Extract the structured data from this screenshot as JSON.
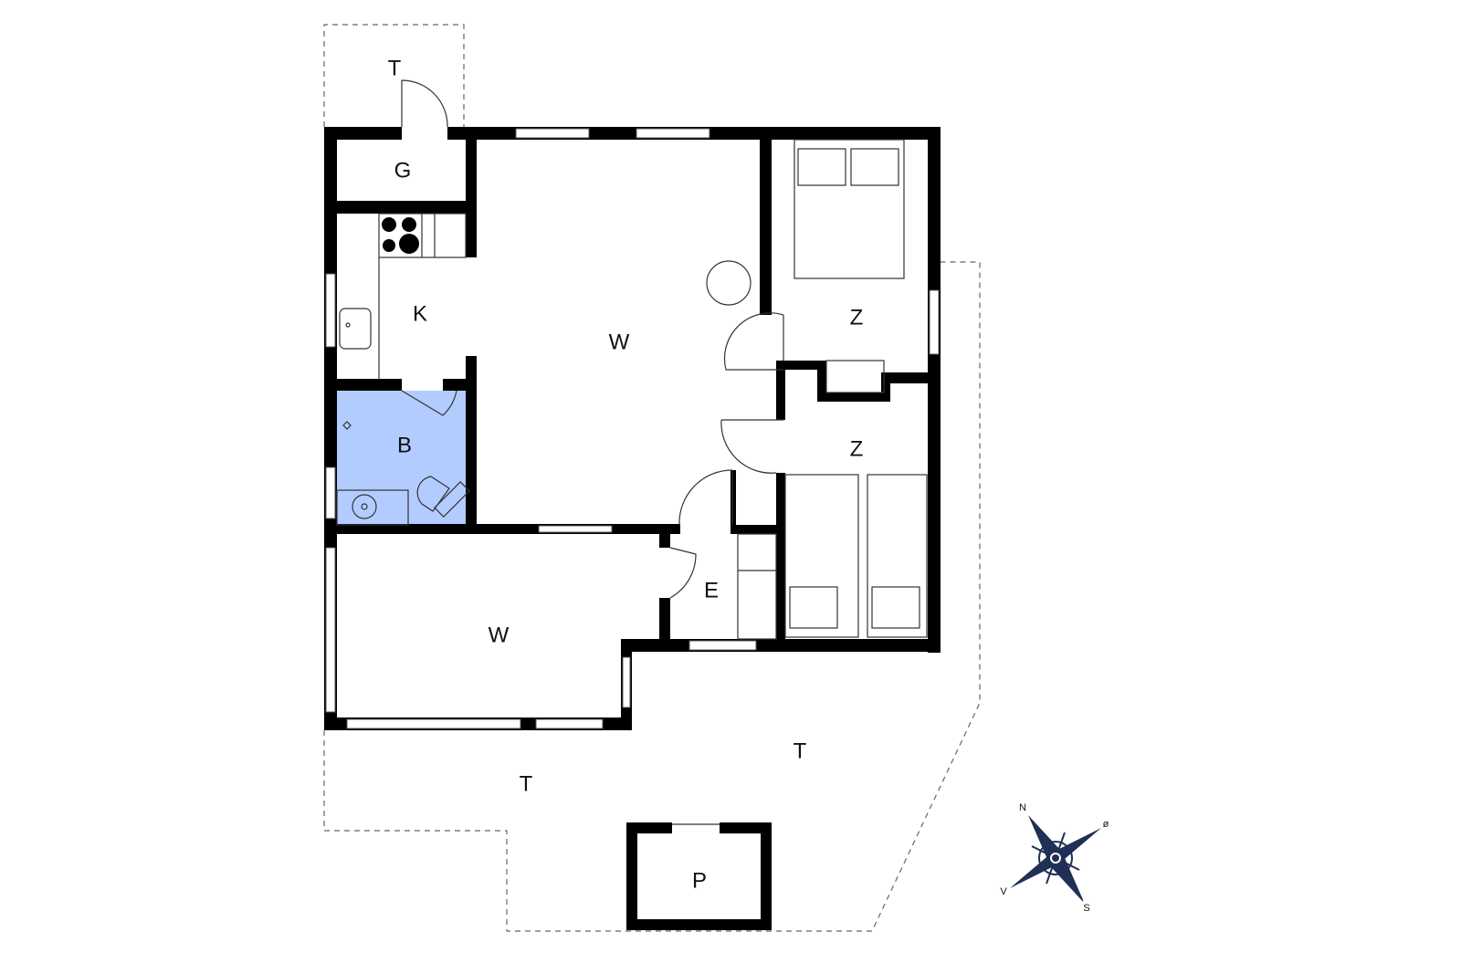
{
  "rooms": {
    "terrace_entry": "T",
    "storage_g": "G",
    "kitchen": "K",
    "living_main": "W",
    "bedroom_1": "Z",
    "bedroom_2": "Z",
    "bathroom": "B",
    "entrance": "E",
    "living_lower": "W",
    "terrace_left": "T",
    "terrace_right": "T",
    "parking": "P"
  },
  "compass": {
    "north": "N",
    "east": "ø",
    "south": "S",
    "west": "V"
  },
  "colors": {
    "bathroom": "#b3ccff",
    "compass": "#1f2f55",
    "wall": "#000000"
  }
}
